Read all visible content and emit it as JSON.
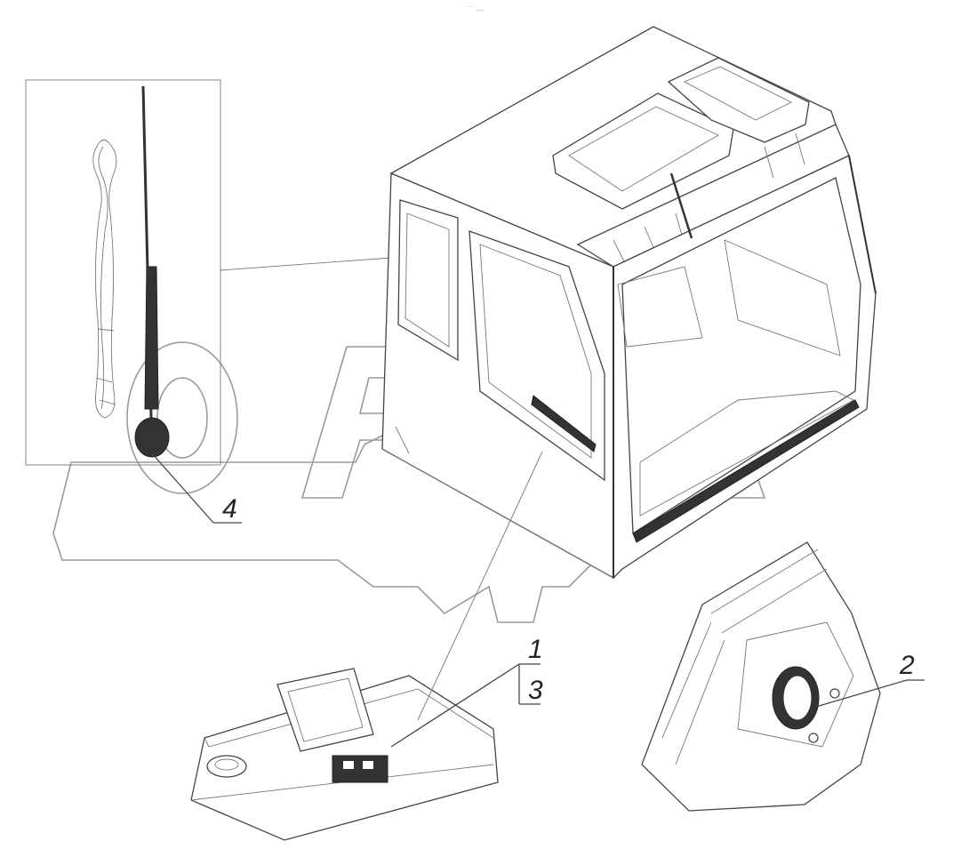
{
  "diagram": {
    "header_mark": "˙˙ ···",
    "watermark_text": "OPEX",
    "callouts": [
      {
        "id": "callout-1",
        "text": "1"
      },
      {
        "id": "callout-2",
        "text": "2"
      },
      {
        "id": "callout-3",
        "text": "3"
      },
      {
        "id": "callout-4",
        "text": "4"
      }
    ],
    "colors": {
      "line": "#444444",
      "light_line": "#777777",
      "watermark": "#9a9a9a",
      "background": "#ffffff"
    }
  }
}
